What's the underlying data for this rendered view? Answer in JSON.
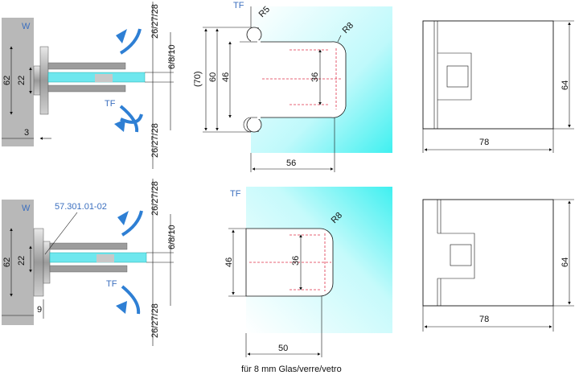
{
  "top": {
    "side": {
      "wall_label": "W",
      "tf_label": "TF",
      "d62": "62",
      "d22": "22",
      "d3": "3",
      "glass_up": "26/27/28",
      "glass_mid": "6/8/10",
      "glass_down": "26/27/28"
    },
    "front": {
      "tf_label": "TF",
      "r5": "R5",
      "r8": "R8",
      "d70": "(70)",
      "d60": "60",
      "d46": "46",
      "d36": "36",
      "d56": "56"
    },
    "plate": {
      "d64": "64",
      "d78": "78"
    }
  },
  "bottom": {
    "side": {
      "wall_label": "W",
      "tf_label": "TF",
      "part_no": "57.301.01-02",
      "d62": "62",
      "d22": "22",
      "d9": "9",
      "glass_up": "26/27/28",
      "glass_mid": "6/8/10",
      "glass_down": "26/27/28"
    },
    "front": {
      "tf_label": "TF",
      "r8": "R8",
      "d46": "46",
      "d36": "36",
      "d50": "50"
    },
    "plate": {
      "d64": "64",
      "d78": "78"
    }
  },
  "footer": "für 8 mm Glas/verre/vetro",
  "colors": {
    "wall": "#b8b8b8",
    "glass_cyan": "#3ff0f0",
    "arrow_blue": "#2e7fd4",
    "label_blue": "#3b6fbf",
    "center_red": "#e0304a"
  }
}
